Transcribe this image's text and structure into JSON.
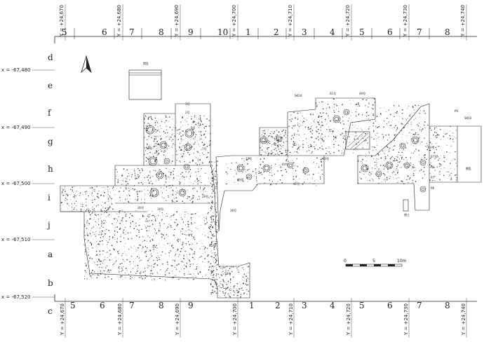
{
  "grid": {
    "top_columns": [
      "5",
      "6",
      "7",
      "8",
      "9",
      "10",
      "1",
      "2",
      "3",
      "4",
      "5",
      "6",
      "7",
      "8"
    ],
    "bottom_columns": [
      "5",
      "6",
      "7",
      "8",
      "9",
      "1",
      "2",
      "3",
      "4",
      "5",
      "6",
      "7",
      "8"
    ],
    "rows": [
      "d",
      "e",
      "f",
      "g",
      "h",
      "i",
      "j",
      "a",
      "b",
      "c"
    ],
    "y_coords": [
      "Y = +24,670",
      "Y = +24,680",
      "Y = +24,690",
      "Y = +24,700",
      "Y = +24,710",
      "Y = +24,720",
      "Y = +24,730",
      "Y = +24,740"
    ],
    "x_coords": [
      "x = -67,480",
      "x = -67,490",
      "x = -67,500",
      "x = -67,510",
      "x = -67,520"
    ]
  },
  "scale": {
    "ticks": [
      "0",
      "5",
      "10m"
    ]
  },
  "labels": {
    "small_notes": [
      "撹乱",
      "1号",
      "2号",
      "3号",
      "7号",
      "16号",
      "19号",
      "26号",
      "29号",
      "32号",
      "34号",
      "36号",
      "40号",
      "41号",
      "44号",
      "49号",
      "55号",
      "58号",
      "61号",
      "64号",
      "67号",
      "P6",
      "P7",
      "P8",
      "P9",
      "SK03",
      "SK04",
      "攪乱",
      "焼土"
    ]
  },
  "colors": {
    "line": "#222222",
    "feature_fill": "#444444",
    "paper": "#ffffff"
  }
}
